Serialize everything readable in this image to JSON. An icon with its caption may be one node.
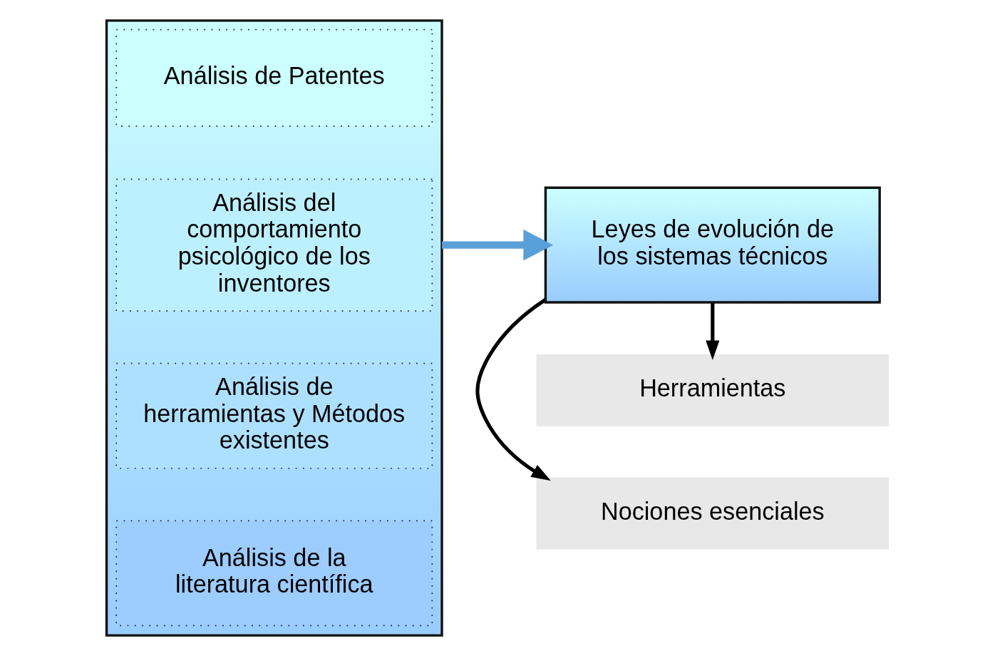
{
  "diagram": {
    "nodes": [
      {
        "text": [],
        "shape": "box"
      },
      {
        "text": [
          "Análisis de Patentes"
        ],
        "in": 0
      },
      {
        "text": [
          "Análisis del comportamiento psicológico de los inventores"
        ],
        "in": 0
      },
      {
        "text": [
          "Análisis de herramientas y Métodos existentes"
        ],
        "in": 0
      },
      {
        "text": [
          "Análisis de la literatura científica"
        ],
        "in": 0
      },
      {
        "text": [
          "Leyes de evolución de los sistemas técnicos"
        ]
      },
      {
        "text": [
          "Nociones esenciales"
        ]
      },
      {
        "text": [
          "Herramientas"
        ]
      }
    ],
    "edges": [
      {
        "from": 0,
        "to": 5,
        "arrow": "to",
        "style": "thick",
        "color": "#5aa0d8"
      },
      {
        "from": 5,
        "to": 6,
        "arrow": "to"
      },
      {
        "from": 5,
        "to": 7,
        "arrow": "to"
      }
    ]
  }
}
